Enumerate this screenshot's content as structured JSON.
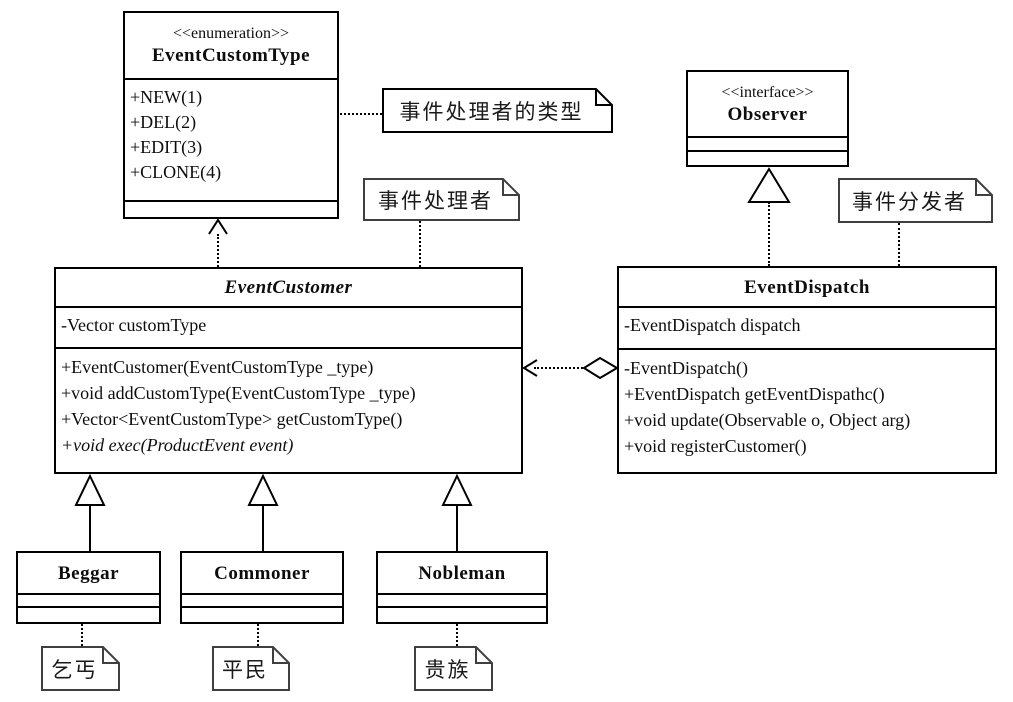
{
  "classes": {
    "event_custom_type": {
      "stereotype": "<<enumeration>>",
      "name": "EventCustomType",
      "attributes": [
        "+NEW(1)",
        "+DEL(2)",
        "+EDIT(3)",
        "+CLONE(4)"
      ]
    },
    "observer": {
      "stereotype": "<<interface>>",
      "name": "Observer"
    },
    "event_customer": {
      "name": "EventCustomer",
      "attributes": [
        "-Vector customType"
      ],
      "methods": [
        "+EventCustomer(EventCustomType _type)",
        "+void addCustomType(EventCustomType _type)",
        "+Vector<EventCustomType> getCustomType()",
        "+void exec(ProductEvent event)"
      ]
    },
    "event_dispatch": {
      "name": "EventDispatch",
      "attributes": [
        "-EventDispatch dispatch"
      ],
      "methods": [
        "-EventDispatch()",
        "+EventDispatch getEventDispathc()",
        "+void update(Observable o, Object arg)",
        "+void registerCustomer()"
      ]
    },
    "beggar": {
      "name": "Beggar"
    },
    "commoner": {
      "name": "Commoner"
    },
    "nobleman": {
      "name": "Nobleman"
    }
  },
  "notes": {
    "handler_type": "事件处理者的类型",
    "handler": "事件处理者",
    "dispatcher": "事件分发者",
    "beggar": "乞丐",
    "commoner": "平民",
    "nobleman": "贵族"
  },
  "relationships": [
    {
      "type": "dependency",
      "from": "EventCustomer",
      "to": "EventCustomType"
    },
    {
      "type": "realization",
      "from": "EventDispatch",
      "to": "Observer"
    },
    {
      "type": "aggregation",
      "from": "EventDispatch",
      "to": "EventCustomer"
    },
    {
      "type": "generalization",
      "from": "Beggar",
      "to": "EventCustomer"
    },
    {
      "type": "generalization",
      "from": "Commoner",
      "to": "EventCustomer"
    },
    {
      "type": "generalization",
      "from": "Nobleman",
      "to": "EventCustomer"
    },
    {
      "type": "note-link",
      "from": "事件处理者的类型",
      "to": "EventCustomType"
    },
    {
      "type": "note-link",
      "from": "事件处理者",
      "to": "EventCustomer"
    },
    {
      "type": "note-link",
      "from": "事件分发者",
      "to": "EventDispatch"
    },
    {
      "type": "note-link",
      "from": "乞丐",
      "to": "Beggar"
    },
    {
      "type": "note-link",
      "from": "平民",
      "to": "Commoner"
    },
    {
      "type": "note-link",
      "from": "贵族",
      "to": "Nobleman"
    }
  ],
  "colors": {
    "line": "#000000",
    "note_border": "#3f3f3f",
    "background": "#ffffff"
  }
}
